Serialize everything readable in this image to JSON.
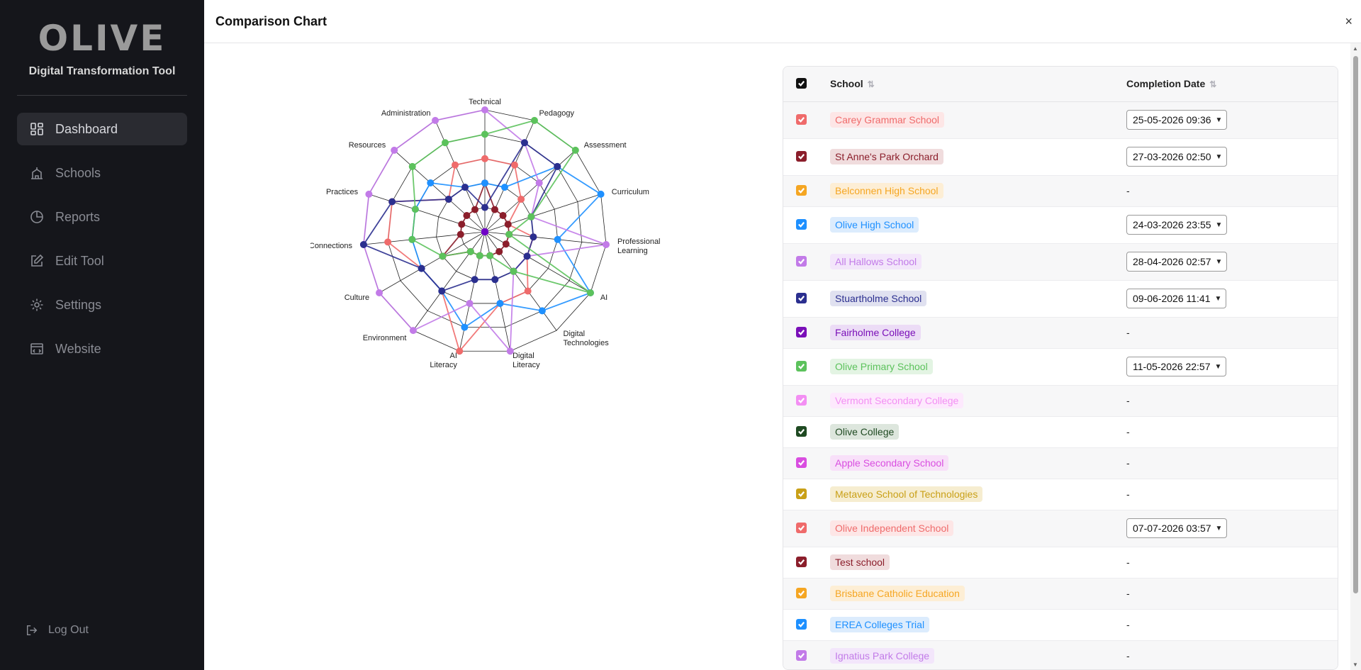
{
  "sidebar": {
    "logo_word": "OLIVE",
    "logo_subtitle": "Digital Transformation Tool",
    "nav": [
      {
        "label": "Dashboard",
        "icon": "dashboard-icon",
        "active": true
      },
      {
        "label": "Schools",
        "icon": "schools-icon",
        "active": false
      },
      {
        "label": "Reports",
        "icon": "reports-icon",
        "active": false
      },
      {
        "label": "Edit Tool",
        "icon": "edit-icon",
        "active": false
      },
      {
        "label": "Settings",
        "icon": "gear-icon",
        "active": false
      },
      {
        "label": "Website",
        "icon": "website-icon",
        "active": false
      }
    ],
    "logout_label": "Log Out"
  },
  "header": {
    "title": "Comparison Chart",
    "close": "×"
  },
  "chart_data": {
    "type": "radar",
    "axes": [
      "Technical",
      "Pedagogy",
      "Assessment",
      "Curriculum",
      "Professional Learning",
      "AI",
      "Digital Technologies",
      "Digital Literacy",
      "AI Literacy",
      "Environment",
      "Culture",
      "Connections",
      "Practices",
      "Resources",
      "Administration"
    ],
    "axis_label_lines": [
      [
        "Technical"
      ],
      [
        "Pedagogy"
      ],
      [
        "Assessment"
      ],
      [
        "Curriculum"
      ],
      [
        "Professional",
        "Learning"
      ],
      [
        "AI"
      ],
      [
        "Digital",
        "Technologies"
      ],
      [
        "Digital",
        "Literacy"
      ],
      [
        "AI",
        "Literacy"
      ],
      [
        "Environment"
      ],
      [
        "Culture"
      ],
      [
        "Connections"
      ],
      [
        "Practices"
      ],
      [
        "Resources"
      ],
      [
        "Administration"
      ]
    ],
    "range": [
      0,
      5
    ],
    "grid_levels": 5,
    "series": [
      {
        "color": "#ef6b6b",
        "values": [
          3,
          3,
          2,
          1,
          2,
          2,
          3,
          3,
          5,
          3,
          3,
          4,
          4,
          2,
          3
        ]
      },
      {
        "color": "#8b1e2b",
        "values": [
          2,
          1,
          1,
          1,
          1,
          1,
          1,
          1,
          1,
          1,
          2,
          1,
          1,
          1,
          1
        ]
      },
      {
        "color": "#1e90ff",
        "values": [
          2,
          2,
          4,
          5,
          3,
          5,
          4,
          3,
          4,
          3,
          3,
          3,
          3,
          3,
          2
        ]
      },
      {
        "color": "#c27be8",
        "values": [
          5,
          4,
          3,
          2,
          5,
          2,
          2,
          5,
          3,
          5,
          5,
          5,
          5,
          5,
          5
        ]
      },
      {
        "color": "#2b2f8f",
        "values": [
          1,
          4,
          4,
          2,
          2,
          2,
          2,
          2,
          2,
          3,
          3,
          5,
          4,
          2,
          2
        ]
      },
      {
        "color": "#6f00c6",
        "values": [
          0,
          0,
          0,
          0,
          0,
          0,
          0,
          0,
          0,
          0,
          0,
          0,
          0,
          0,
          0
        ]
      },
      {
        "color": "#5cc25c",
        "values": [
          4,
          5,
          5,
          2,
          1,
          5,
          2,
          1,
          1,
          1,
          2,
          3,
          3,
          4,
          4
        ]
      }
    ]
  },
  "table": {
    "headers": {
      "school": "School",
      "completion": "Completion Date"
    },
    "rows": [
      {
        "school": "Carey Grammar School",
        "color": "#ef6b6b",
        "bg": "#fde6e6",
        "date": "25-05-2026 09:36"
      },
      {
        "school": "St Anne's Park Orchard",
        "color": "#8b1e2b",
        "bg": "#f0dcdd",
        "date": "27-03-2026 02:50"
      },
      {
        "school": "Belconnen High School",
        "color": "#f5a623",
        "bg": "#fdeed5",
        "date": "-"
      },
      {
        "school": "Olive High School",
        "color": "#1e90ff",
        "bg": "#dcecfd",
        "date": "24-03-2026 23:55"
      },
      {
        "school": "All Hallows School",
        "color": "#c27be8",
        "bg": "#f3e6fb",
        "date": "28-04-2026 02:57"
      },
      {
        "school": "Stuartholme School",
        "color": "#2b2f8f",
        "bg": "#e0e1f0",
        "date": "09-06-2026 11:41"
      },
      {
        "school": "Fairholme College",
        "color": "#7a0fb8",
        "bg": "#ecdcf6",
        "date": "-"
      },
      {
        "school": "Olive Primary School",
        "color": "#5cc25c",
        "bg": "#e3f4e3",
        "date": "11-05-2026 22:57"
      },
      {
        "school": "Vermont Secondary College",
        "color": "#f38ff3",
        "bg": "#fde9fd",
        "date": "-"
      },
      {
        "school": "Olive College",
        "color": "#1f4a22",
        "bg": "#dde6dd",
        "date": "-"
      },
      {
        "school": "Apple Secondary School",
        "color": "#d94ee0",
        "bg": "#f8e0f9",
        "date": "-"
      },
      {
        "school": "Metaveo School of Technologies",
        "color": "#c9a017",
        "bg": "#f6edd0",
        "date": "-"
      },
      {
        "school": "Olive Independent School",
        "color": "#ef6b6b",
        "bg": "#fde6e6",
        "date": "07-07-2026 03:57"
      },
      {
        "school": "Test school",
        "color": "#8b1e2b",
        "bg": "#f0dcdd",
        "date": "-"
      },
      {
        "school": "Brisbane Catholic Education",
        "color": "#f5a623",
        "bg": "#fdeed5",
        "date": "-"
      },
      {
        "school": "EREA Colleges Trial",
        "color": "#1e90ff",
        "bg": "#dcecfd",
        "date": "-"
      },
      {
        "school": "Ignatius Park College",
        "color": "#c27be8",
        "bg": "#f3e6fb",
        "date": "-"
      }
    ]
  }
}
